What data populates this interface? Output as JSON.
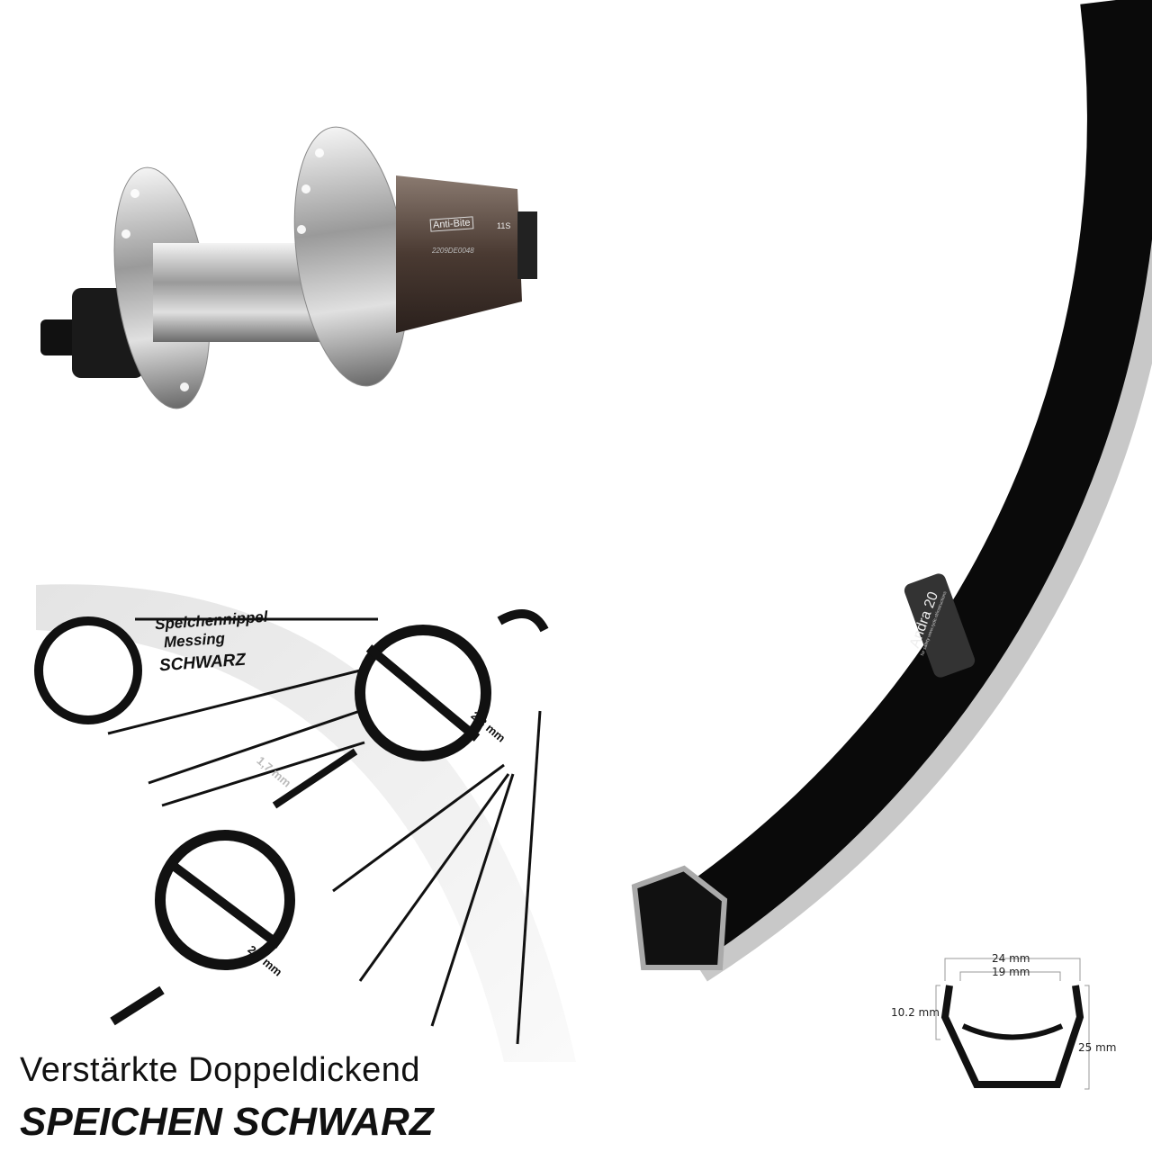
{
  "hub": {
    "freehub_label": "Anti-Bite",
    "speed_label": "11S",
    "serial": "2209DE0048"
  },
  "rim": {
    "model": "Andra 20",
    "safety_note": "for safety www.ryde.nl/instructions"
  },
  "spokes": {
    "nipple_title": "Speichennippel",
    "nipple_material": "Messing",
    "nipple_color": "SCHWARZ",
    "dim_outer": "2,3 mm",
    "dim_middle": "1,7 mm",
    "dim_inner": "2,0 mm"
  },
  "profile": {
    "outer_width": "24 mm",
    "inner_width": "19 mm",
    "flange_height": "10.2 mm",
    "rim_height": "25 mm"
  },
  "headline": {
    "line1": "Verstärkte Doppeldickend",
    "line2": "SPEICHEN SCHWARZ"
  }
}
